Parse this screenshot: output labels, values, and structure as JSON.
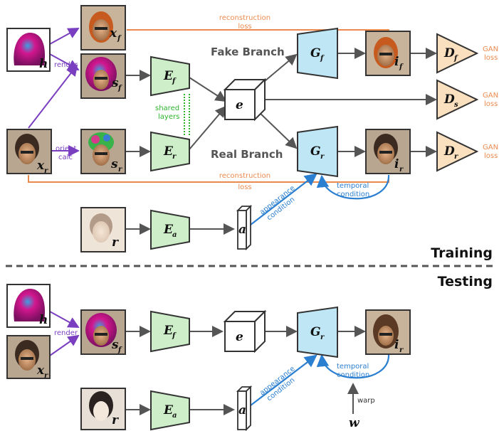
{
  "branches": {
    "fake": "Fake Branch",
    "real": "Real Branch"
  },
  "sections": {
    "training": "Training",
    "testing": "Testing"
  },
  "arrows": {
    "render": "render",
    "orient": "orient",
    "calc": "calc",
    "shared_1": "shared",
    "shared_2": "layers",
    "recon_1": "reconstruction",
    "recon_2": "loss",
    "gan_1": "GAN",
    "gan_2": "loss",
    "appearance_1": "appearance",
    "appearance_2": "condition",
    "temporal_1": "temporal",
    "temporal_2": "condition",
    "warp": "warp"
  },
  "symbols": {
    "h": "h",
    "x": "x",
    "s": "s",
    "i": "i",
    "r": "r",
    "w": "w",
    "e": "e",
    "a": "a",
    "E": "E",
    "G": "G",
    "D": "D",
    "sub_f": "f",
    "sub_r": "r",
    "sub_s": "s",
    "sub_a": "a"
  },
  "colors": {
    "encoder": "#cdeec8",
    "generator": "#bfe6f4",
    "discriminator": "#fbe0bf",
    "render_arrow": "#7a3fc0",
    "loss_arrow": "#ec8a4e",
    "cond_arrow": "#2b7fd0",
    "shared": "#2db52d",
    "main_arrow": "#555555"
  }
}
